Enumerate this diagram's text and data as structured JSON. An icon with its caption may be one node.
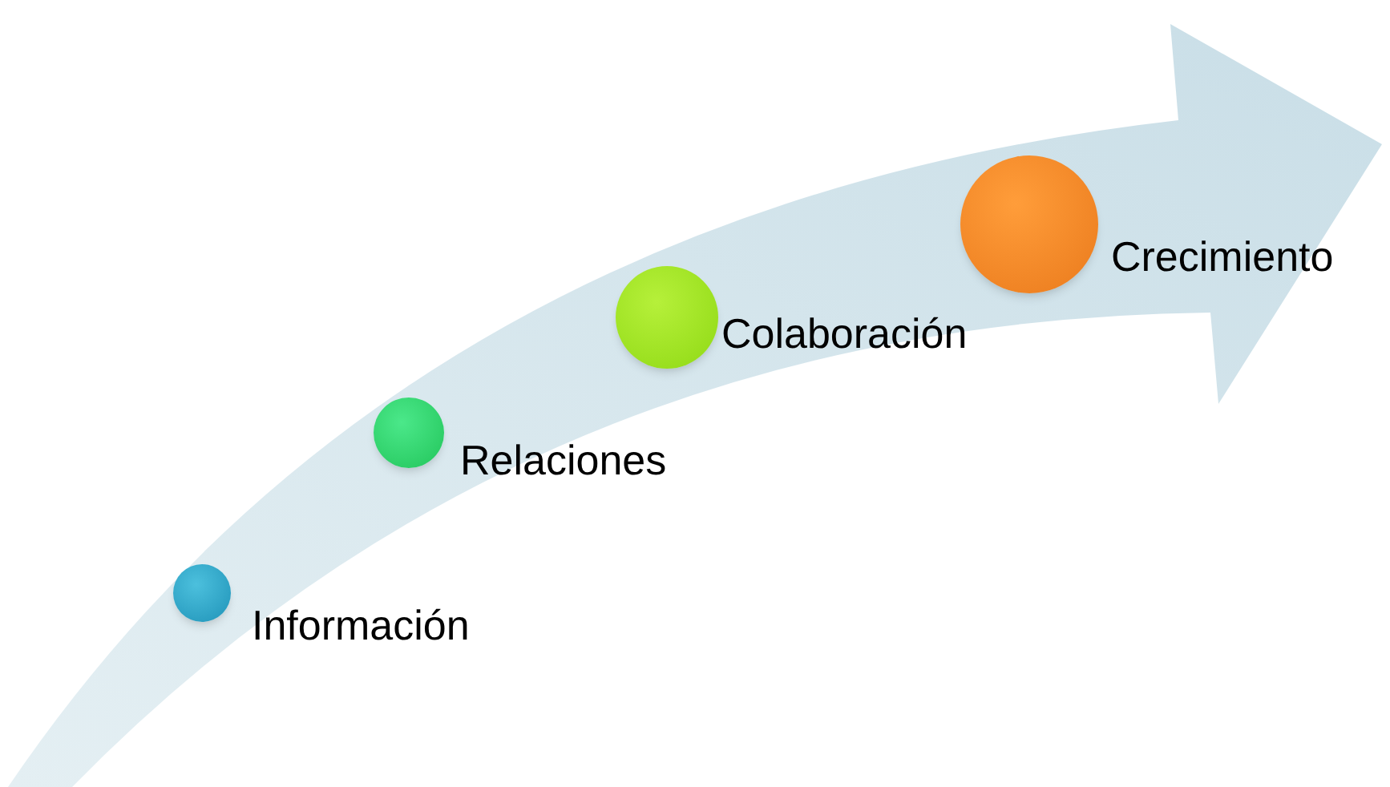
{
  "diagram": {
    "nodes": [
      {
        "text": [],
        "shape": "circle",
        "beside": [
          "Información"
        ]
      },
      {
        "text": [],
        "shape": "circle",
        "beside": [
          "Relaciones"
        ]
      },
      {
        "text": [],
        "shape": "circle",
        "beside": [
          "Colaboración"
        ]
      },
      {
        "text": [],
        "shape": "circle",
        "beside": [
          "Crecimiento"
        ]
      }
    ]
  }
}
